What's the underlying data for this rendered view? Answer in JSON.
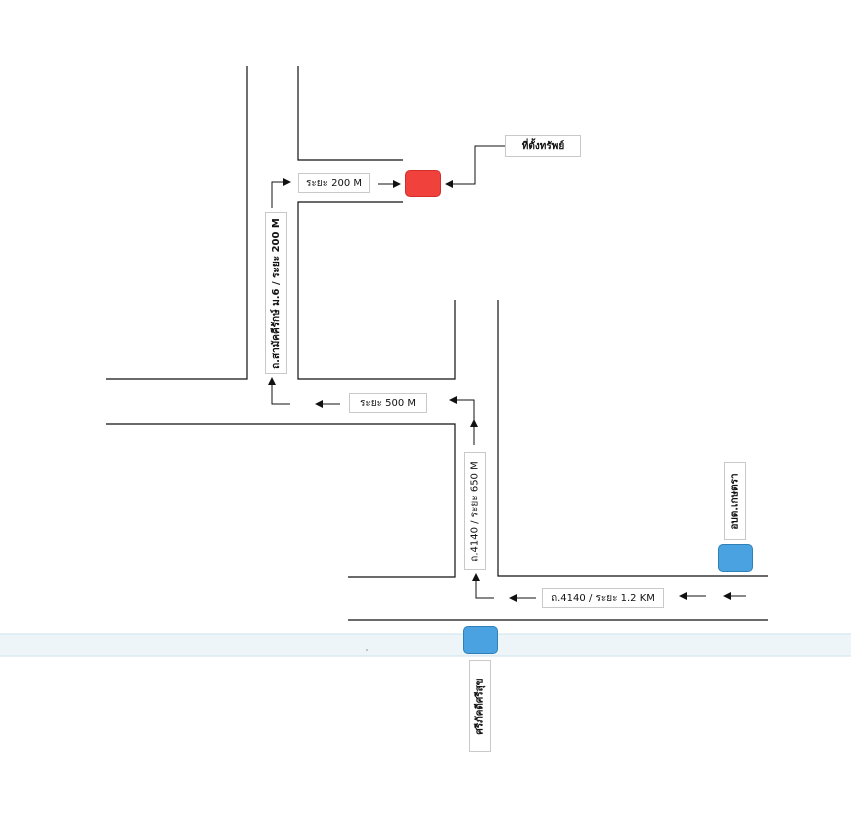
{
  "labels": {
    "property": "ที่ตั้งทรัพย์",
    "dist_200_top": "ระยะ 200 M",
    "road_6": "ถ.สามัคคีรักษ์ ม.6 / ระยะ 200 M",
    "dist_500": "ระยะ 500 M",
    "road_4140_650": "ถ.4140 / ระยะ 650 M",
    "road_4140_1_2": "ถ.4140 / ระยะ 1.2 KM",
    "sao_nok_hor": "อบต.เกษตรา",
    "sri_kasetsart": "ศรีภัคดีศรีสุข"
  },
  "colors": {
    "property_marker": "#f0413c",
    "landmark_marker": "#4aa3e0",
    "road_line": "#111111",
    "highway_band": "#e6f1f7"
  }
}
